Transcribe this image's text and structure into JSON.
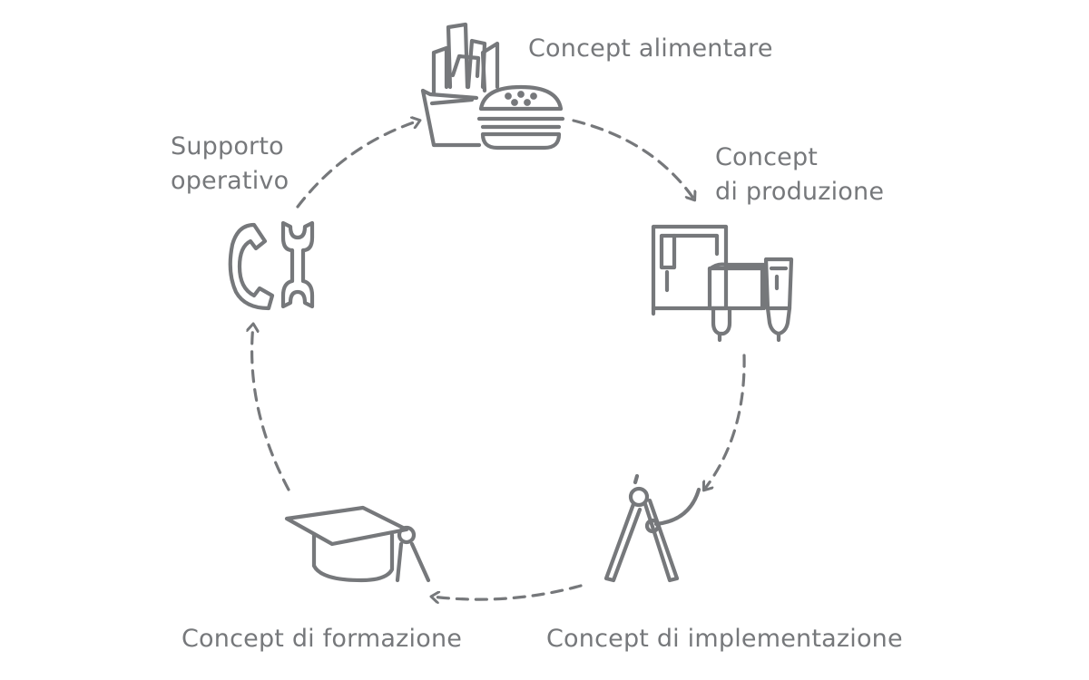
{
  "colors": {
    "line": "#76787b",
    "background": "#ffffff"
  },
  "steps": [
    {
      "icon": "fries-burger-icon",
      "label_lines": [
        "Concept alimentare"
      ]
    },
    {
      "icon": "production-equipment-icon",
      "label_lines": [
        "Concept",
        "di produzione"
      ]
    },
    {
      "icon": "compass-icon",
      "label_lines": [
        "Concept di implementazione"
      ]
    },
    {
      "icon": "graduation-cap-icon",
      "label_lines": [
        "Concept di formazione"
      ]
    },
    {
      "icon": "phone-wrench-icon",
      "label_lines": [
        "Supporto",
        "operativo"
      ]
    }
  ]
}
